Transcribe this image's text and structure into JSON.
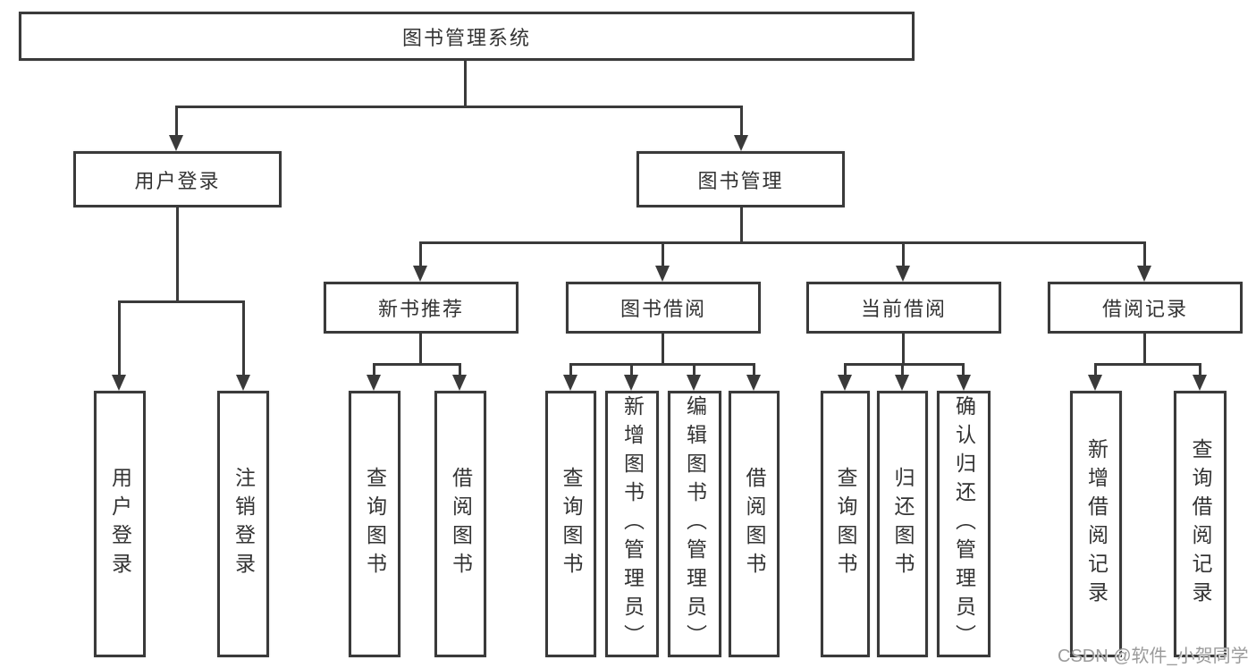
{
  "colors": {
    "line": "#3a3a3a",
    "text": "#333333",
    "background": "#ffffff",
    "watermark": "#9b9b9b"
  },
  "diagram": {
    "root": {
      "label": "图书管理系统"
    },
    "level2": [
      {
        "label": "用户登录",
        "parent": "图书管理系统"
      },
      {
        "label": "图书管理",
        "parent": "图书管理系统"
      }
    ],
    "level3": [
      {
        "label": "新书推荐",
        "parent": "图书管理"
      },
      {
        "label": "图书借阅",
        "parent": "图书管理"
      },
      {
        "label": "当前借阅",
        "parent": "图书管理"
      },
      {
        "label": "借阅记录",
        "parent": "图书管理"
      }
    ],
    "leaves": [
      {
        "label": "用户登录",
        "parent": "用户登录"
      },
      {
        "label": "注销登录",
        "parent": "用户登录"
      },
      {
        "label": "查询图书",
        "parent": "新书推荐"
      },
      {
        "label": "借阅图书",
        "parent": "新书推荐"
      },
      {
        "label": "查询图书",
        "parent": "图书借阅"
      },
      {
        "label": "新增图书（管理员）",
        "parent": "图书借阅"
      },
      {
        "label": "编辑图书（管理员）",
        "parent": "图书借阅"
      },
      {
        "label": "借阅图书",
        "parent": "图书借阅"
      },
      {
        "label": "查询图书",
        "parent": "当前借阅"
      },
      {
        "label": "归还图书",
        "parent": "当前借阅"
      },
      {
        "label": "确认归还（管理员）",
        "parent": "当前借阅"
      },
      {
        "label": "新增借阅记录",
        "parent": "借阅记录"
      },
      {
        "label": "查询借阅记录",
        "parent": "借阅记录"
      }
    ]
  },
  "watermark": {
    "text": "CSDN @软件_小贺同学"
  }
}
